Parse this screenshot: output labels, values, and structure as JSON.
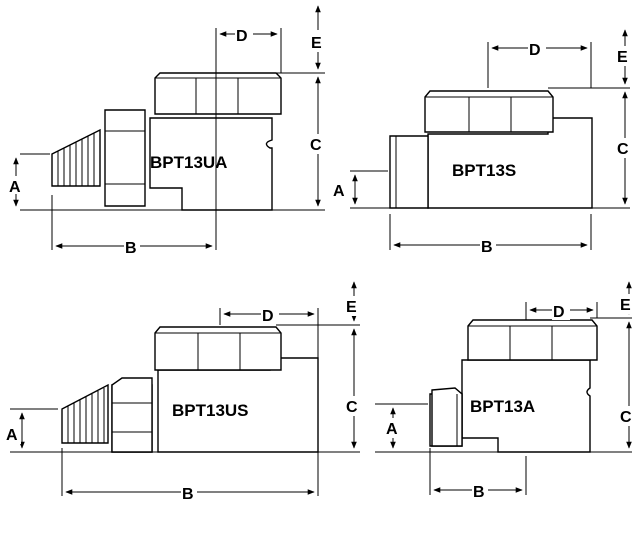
{
  "diagrams": [
    {
      "model": "BPT13UA",
      "dims": {
        "a": "A",
        "b": "B",
        "c": "C",
        "d": "D",
        "e": "E"
      }
    },
    {
      "model": "BPT13S",
      "dims": {
        "a": "A",
        "b": "B",
        "c": "C",
        "d": "D",
        "e": "E"
      }
    },
    {
      "model": "BPT13US",
      "dims": {
        "a": "A",
        "b": "B",
        "c": "C",
        "d": "D",
        "e": "E"
      }
    },
    {
      "model": "BPT13A",
      "dims": {
        "a": "A",
        "b": "B",
        "c": "C",
        "d": "D",
        "e": "E"
      }
    }
  ]
}
